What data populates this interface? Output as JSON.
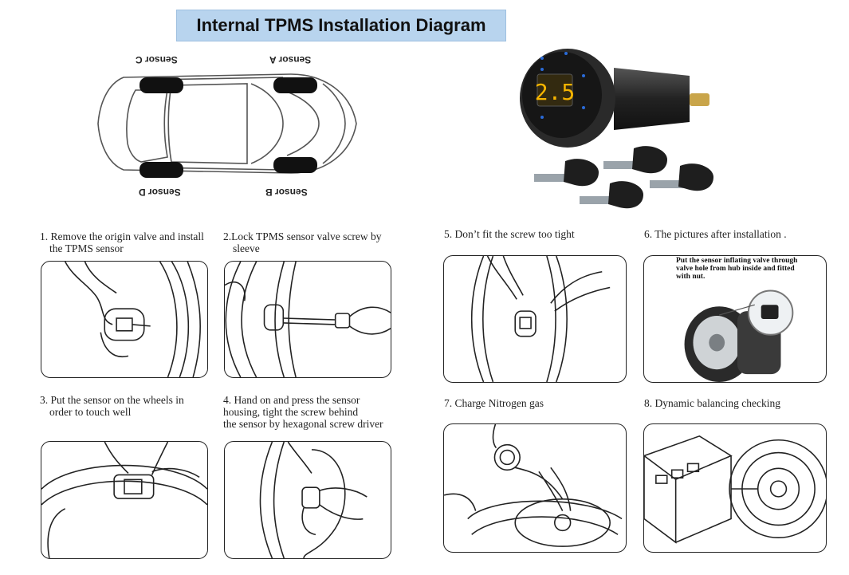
{
  "title": "Internal TPMS Installation Diagram",
  "car_diagram": {
    "sensor_a": "Sensor A",
    "sensor_b": "Sensor B",
    "sensor_c": "Sensor C",
    "sensor_d": "Sensor D"
  },
  "product": {
    "display_value": "2.5"
  },
  "steps": [
    {
      "label_line1": "1. Remove the origin valve and install",
      "label_line2": "the TPMS sensor"
    },
    {
      "label_line1": "2.Lock TPMS sensor valve screw by",
      "label_line2": "sleeve"
    },
    {
      "label_line1": "3. Put the sensor on the wheels in",
      "label_line2": "order to touch well"
    },
    {
      "label_line1": "4. Hand on and press the sensor",
      "label_line2": "housing, tight the screw behind",
      "label_line3": "the sensor by hexagonal screw driver"
    },
    {
      "label_line1": "5. Don’t fit the screw too tight"
    },
    {
      "label_line1": "6. The pictures after installation ."
    },
    {
      "label_line1": "7. Charge Nitrogen gas"
    },
    {
      "label_line1": "8. Dynamic balancing checking"
    }
  ],
  "installation_note": {
    "line1": "Put the sensor inflating valve through",
    "line2": "valve hole from hub inside and fitted",
    "line3": "with nut."
  }
}
